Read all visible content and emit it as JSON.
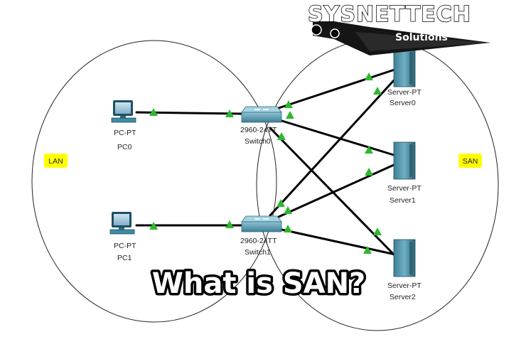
{
  "brand": {
    "name": "SYSNETTECH",
    "tagline": "Solutions"
  },
  "zones": [
    {
      "label": "LAN",
      "color": "#ffff00"
    },
    {
      "label": "SAN",
      "color": "#ffff00"
    }
  ],
  "devices": {
    "pcs": [
      {
        "type": "PC-PT",
        "name": "PC0"
      },
      {
        "type": "PC-PT",
        "name": "PC1"
      }
    ],
    "switches": [
      {
        "type": "2960-24TT",
        "name": "Switch0"
      },
      {
        "type": "2960-24TT",
        "name": "Switch1"
      }
    ],
    "servers": [
      {
        "type": "Server-PT",
        "name": "Server0"
      },
      {
        "type": "Server-PT",
        "name": "Server1"
      },
      {
        "type": "Server-PT",
        "name": "Server2"
      }
    ]
  },
  "link_status_color": "#2db82d",
  "headline": "What is SAN?"
}
